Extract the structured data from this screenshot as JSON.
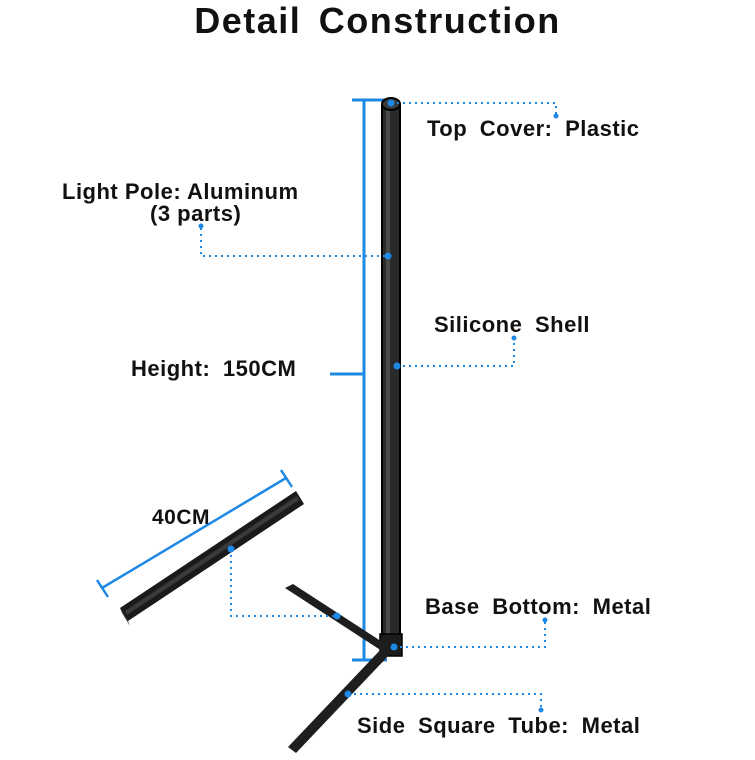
{
  "title": "Detail Construction",
  "labels": {
    "top_cover": "Top Cover: Plastic",
    "light_pole_line1": "Light Pole: Aluminum",
    "light_pole_line2": "(3 parts)",
    "silicone_shell": "Silicone Shell",
    "height": "Height: 150CM",
    "length": "40CM",
    "base_bottom": "Base Bottom: Metal",
    "side_tube": "Side Square Tube: Metal"
  },
  "colors": {
    "dimension_line": "#1e88e5",
    "callout_dot": "#1e88e5",
    "pole": "#1c1c1c",
    "text": "#111111"
  }
}
